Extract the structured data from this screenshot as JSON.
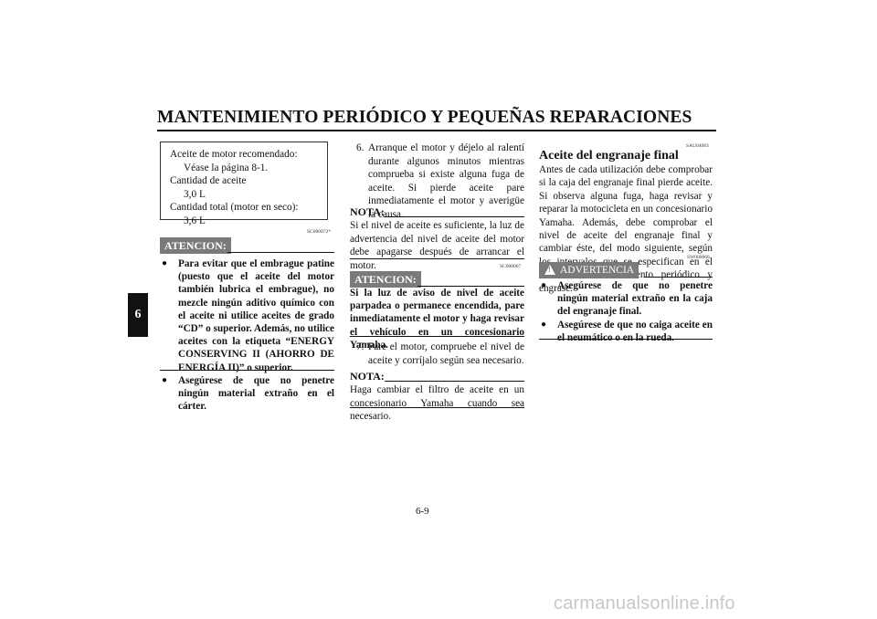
{
  "header": {
    "title": "MANTENIMIENTO PERIÓDICO Y PEQUEÑAS REPARACIONES",
    "chapter_tab": "6",
    "page_number": "6-9"
  },
  "left_column": {
    "spec_box": [
      {
        "text": "Aceite de motor recomendado:",
        "indent": false
      },
      {
        "text": "Véase la página 8-1.",
        "indent": true
      },
      {
        "text": "Cantidad de aceite",
        "indent": false
      },
      {
        "text": "3,0 L",
        "indent": true
      },
      {
        "text": "Cantidad total (motor en seco):",
        "indent": false
      },
      {
        "text": "3,6 L",
        "indent": true
      }
    ],
    "warning_code": "SC000072*",
    "warning_label": "ATENCION:",
    "warning_items": [
      "Para evitar que el embrague patine (puesto que el aceite del motor también lubrica el embrague), no mezcle ningún aditivo químico con el aceite ni utilice aceites de grado “CD” o superior. Además, no utilice aceites con la etiqueta “ENERGY CONSERVING II (AHORRO DE ENERGÍA II)” o superior.",
      "Asegúrese de que no penetre ningún material extraño en el cárter."
    ]
  },
  "middle_column": {
    "step6_num": "6.",
    "step6_text": "Arranque el motor y déjelo al ralentí durante algunos minutos mientras comprueba si existe alguna fuga de aceite. Si pierde aceite pare inmediatamente el motor y averigüe la causa.",
    "nota1_label": "NOTA:",
    "nota1_text": "Si el nivel de aceite es suficiente, la luz de advertencia del nivel de aceite del motor debe apagarse después de arrancar el motor.",
    "warning_code": "SC000067",
    "warning_label": "ATENCION:",
    "warning_text": "Si la luz de aviso de nivel de aceite parpadea o permanece encendida, pare inmediatamente el motor y haga revisar el vehículo en un concesionario Yamaha.",
    "step7_num": "7.",
    "step7_text": "Pare el motor, compruebe el nivel de aceite y corríjalo según sea necesario.",
    "nota2_label": "NOTA:",
    "nota2_text": "Haga cambiar el filtro de aceite en un concesionario Yamaha cuando sea necesario."
  },
  "right_column": {
    "section_code": "SAU04083",
    "section_title": "Aceite del engranaje final",
    "paragraph": "Antes de cada utilización debe comprobar si la caja del engranaje final pierde aceite. Si observa alguna fuga, haga revisar y reparar la motocicleta en un concesionario Yamaha. Además, debe comprobar el nivel de aceite del engranaje final y cambiar éste, del modo siguiente, según los intervalos que se especifican en el cuadro de mantenimiento periódico y engrase.",
    "warning_code": "SW000066",
    "warning_label": "ADVERTENCIA",
    "warning_symbol": "!",
    "warning_items": [
      "Asegúrese de que no penetre ningún material extraño en la caja del engranaje final.",
      "Asegúrese de que no caiga aceite en el neumático o en la rueda."
    ]
  },
  "icons": {
    "bullet": "●",
    "warning_icon": "warning-triangle-icon"
  },
  "watermark": "carmanualsonline.info"
}
